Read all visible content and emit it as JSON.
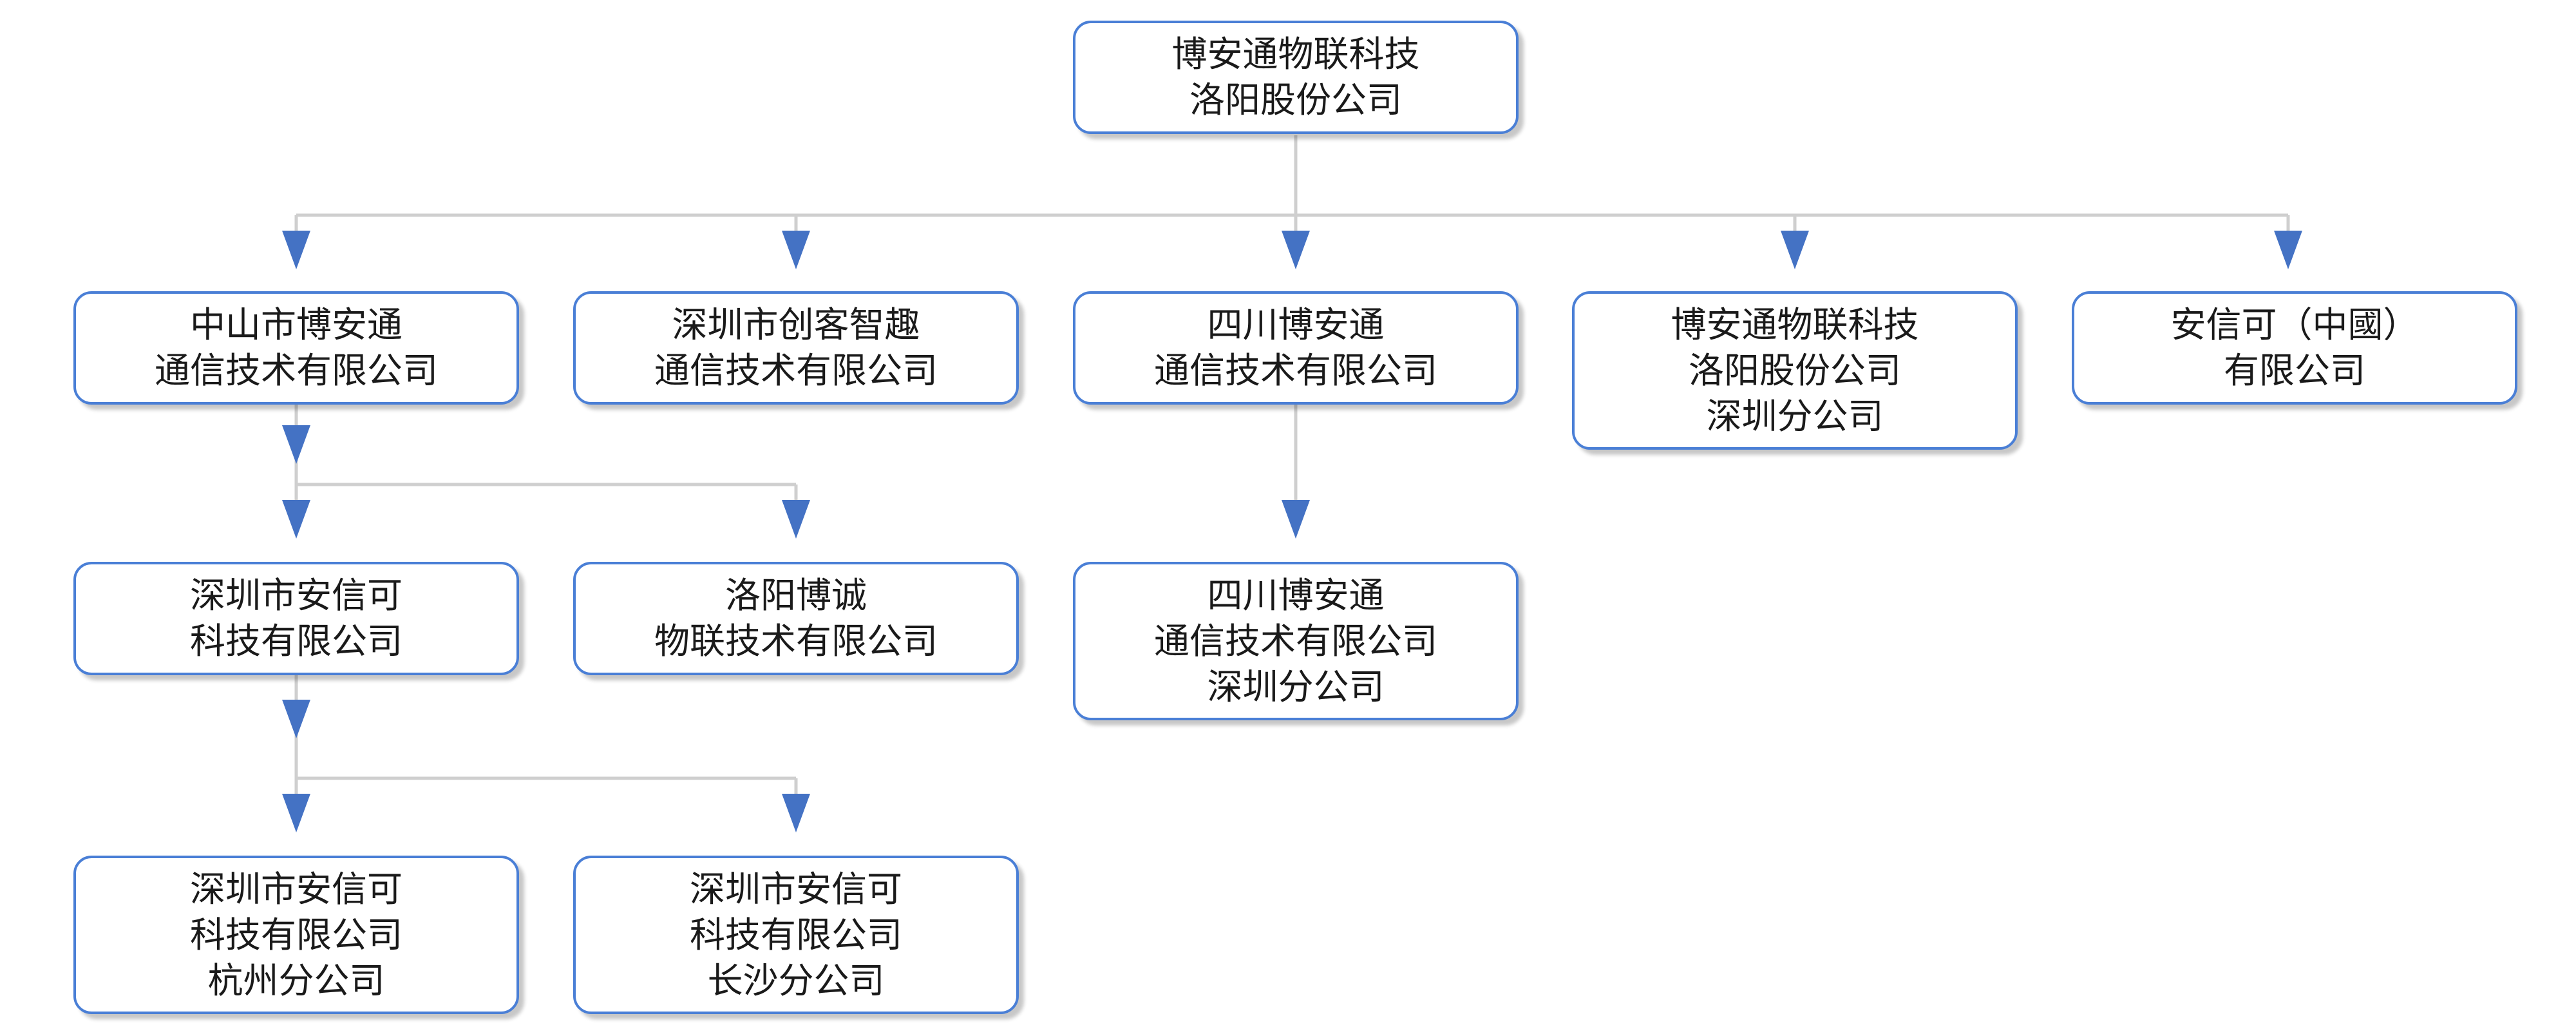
{
  "colors": {
    "box_border": "#4a7fd6",
    "connector": "#cfcfcf",
    "arrow": "#4472c4",
    "text": "#1a1a1a"
  },
  "nodes": {
    "root": {
      "lines": [
        "博安通物联科技",
        "洛阳股份公司"
      ]
    },
    "zhongshan": {
      "lines": [
        "中山市博安通",
        "通信技术有限公司"
      ]
    },
    "shenzhen_chuangke": {
      "lines": [
        "深圳市创客智趣",
        "通信技术有限公司"
      ]
    },
    "sichuan": {
      "lines": [
        "四川博安通",
        "通信技术有限公司"
      ]
    },
    "luoyang_shenzhen_branch": {
      "lines": [
        "博安通物联科技",
        "洛阳股份公司",
        "深圳分公司"
      ]
    },
    "anxinke_china": {
      "lines": [
        "安信可（中國）",
        "有限公司"
      ]
    },
    "shenzhen_anxinke": {
      "lines": [
        "深圳市安信可",
        "科技有限公司"
      ]
    },
    "luoyang_bocheng": {
      "lines": [
        "洛阳博诚",
        "物联技术有限公司"
      ]
    },
    "sichuan_shenzhen_branch": {
      "lines": [
        "四川博安通",
        "通信技术有限公司",
        "深圳分公司"
      ]
    },
    "anxinke_hangzhou": {
      "lines": [
        "深圳市安信可",
        "科技有限公司",
        "杭州分公司"
      ]
    },
    "anxinke_changsha": {
      "lines": [
        "深圳市安信可",
        "科技有限公司",
        "长沙分公司"
      ]
    }
  }
}
